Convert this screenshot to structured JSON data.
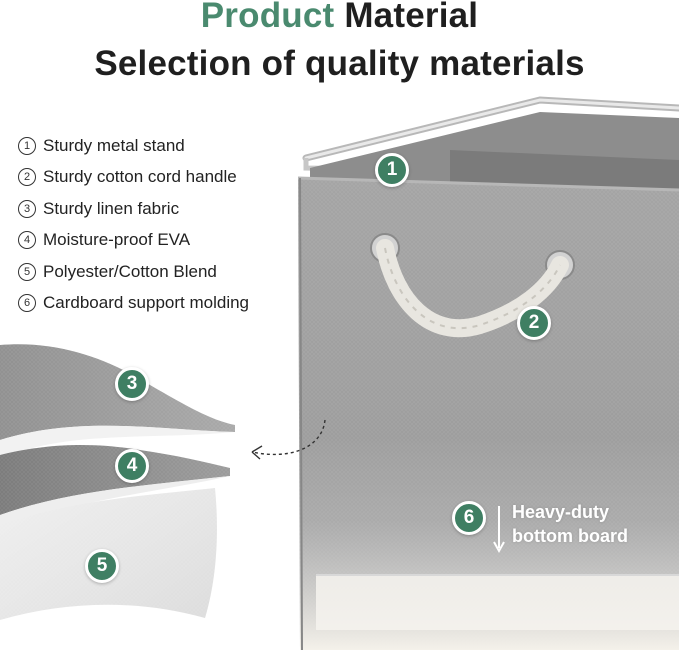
{
  "header": {
    "title_accent": "Product",
    "title_rest": "Material",
    "subtitle": "Selection of quality materials"
  },
  "features": [
    {
      "num": "1",
      "label": "Sturdy metal stand"
    },
    {
      "num": "2",
      "label": "Sturdy cotton cord handle"
    },
    {
      "num": "3",
      "label": "Sturdy linen fabric"
    },
    {
      "num": "4",
      "label": "Moisture-proof EVA"
    },
    {
      "num": "5",
      "label": "Polyester/Cotton Blend"
    },
    {
      "num": "6",
      "label": "Cardboard support molding"
    }
  ],
  "badges": {
    "b1": "1",
    "b2": "2",
    "b3": "3",
    "b4": "4",
    "b5": "5",
    "b6": "6"
  },
  "board": {
    "line1": "Heavy-duty",
    "line2": "bottom board"
  },
  "colors": {
    "accent": "#4a8a6f",
    "badge": "#3f7f63",
    "fabric": "#9a9a9a"
  }
}
